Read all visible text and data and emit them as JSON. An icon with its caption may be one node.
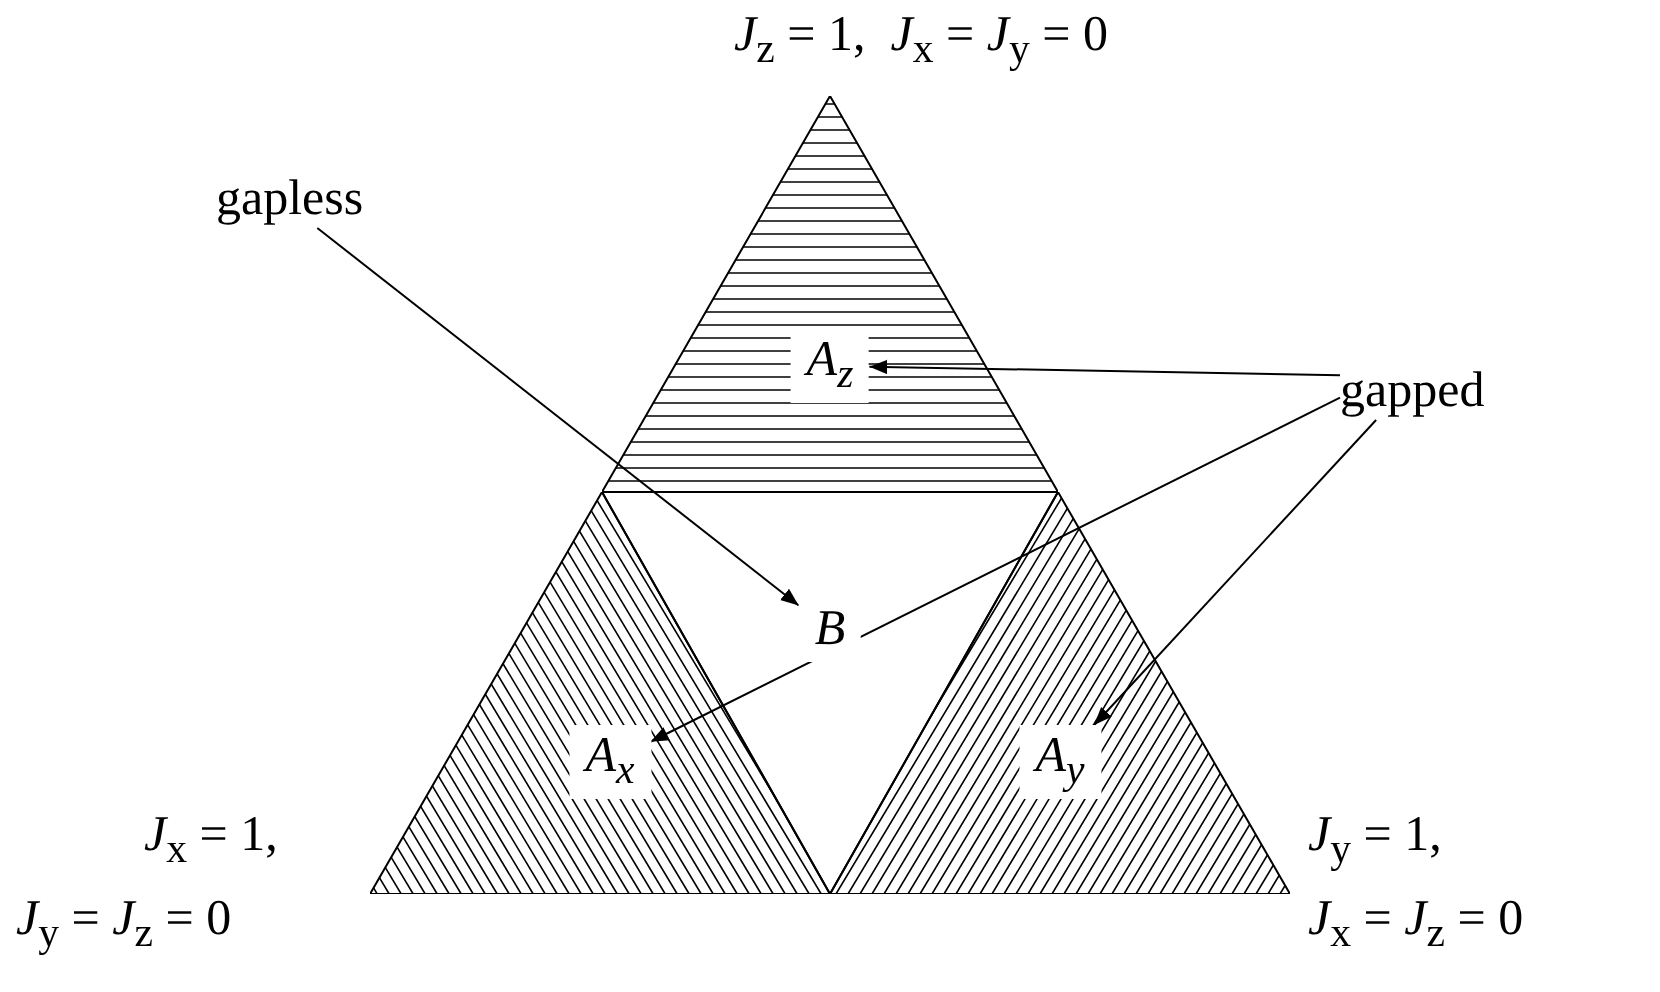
{
  "diagram": {
    "nodes": [
      {
        "text": [
          "gapless"
        ]
      },
      {
        "text": [
          "gapped"
        ]
      },
      {
        "text": [
          "A$_{z}$"
        ]
      },
      {
        "text": [
          "B"
        ]
      },
      {
        "text": [
          "A$_{x}$"
        ]
      },
      {
        "text": [
          "A$_{y}$"
        ]
      }
    ],
    "edges": [
      {
        "from": 0,
        "to": 3,
        "arrow": "to"
      },
      {
        "from": 1,
        "to": 2,
        "arrow": "to"
      },
      {
        "from": 1,
        "to": 4,
        "arrow": "to"
      },
      {
        "from": 1,
        "to": 5,
        "arrow": "to"
      }
    ],
    "labels": [
      "*J*$_{z}$ = 1,  *J*$_{x}$ = *J*$_{y}$ = 0",
      "*J*$_{x}$ = 1,",
      "*J*$_{y}$ = *J*$_{z}$ = 0",
      "*J*$_{y}$ = 1,",
      "*J*$_{x}$ = *J*$_{z}$ = 0"
    ]
  }
}
